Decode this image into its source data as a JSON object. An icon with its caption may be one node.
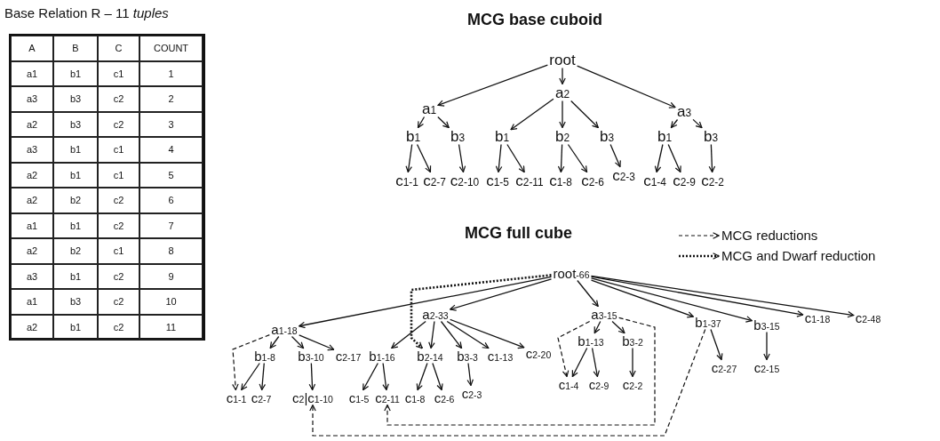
{
  "diagram": {
    "nodes": [
      {
        "text": [
          "root"
        ]
      },
      {
        "text": [
          "a$_{1}$"
        ]
      },
      {
        "text": [
          "a$_{2}$"
        ]
      },
      {
        "text": [
          "a$_{3}$"
        ]
      },
      {
        "text": [
          "b$_{1}$"
        ]
      },
      {
        "text": [
          "b$_{3}$"
        ]
      },
      {
        "text": [
          "b$_{1}$"
        ]
      },
      {
        "text": [
          "b$_{2}$"
        ]
      },
      {
        "text": [
          "b$_{3}$"
        ]
      },
      {
        "text": [
          "b$_{1}$"
        ]
      },
      {
        "text": [
          "b$_{3}$"
        ]
      },
      {
        "text": [
          "c$_{1-1}$"
        ]
      },
      {
        "text": [
          "c$_{2-7}$"
        ]
      },
      {
        "text": [
          "c$_{2-10}$"
        ]
      },
      {
        "text": [
          "c$_{1-5}$"
        ]
      },
      {
        "text": [
          "c$_{2-11}$"
        ]
      },
      {
        "text": [
          "c$_{1-8}$"
        ]
      },
      {
        "text": [
          "c$_{2-6}$"
        ]
      },
      {
        "text": [
          "c$_{2-3}$"
        ]
      },
      {
        "text": [
          "c$_{1-4}$"
        ]
      },
      {
        "text": [
          "c$_{2-9}$"
        ]
      },
      {
        "text": [
          "c$_{2-2}$"
        ]
      },
      {
        "text": [
          "root$_{-66}$"
        ]
      },
      {
        "text": [
          "a$_{1-18}$"
        ]
      },
      {
        "text": [
          "a$_{2-33}$"
        ]
      },
      {
        "text": [
          "a$_{3-15}$"
        ]
      },
      {
        "text": [
          "b$_{1-37}$"
        ]
      },
      {
        "text": [
          "b$_{3-15}$"
        ]
      },
      {
        "text": [
          "c$_{1-18}$"
        ]
      },
      {
        "text": [
          "c$_{2-48}$"
        ]
      },
      {
        "text": [
          "b$_{1-8}$"
        ]
      },
      {
        "text": [
          "b$_{3-10}$"
        ]
      },
      {
        "text": [
          "c$_{2-17}$"
        ]
      },
      {
        "text": [
          "b$_{1-16}$"
        ]
      },
      {
        "text": [
          "b$_{2-14}$"
        ]
      },
      {
        "text": [
          "b$_{3-3}$"
        ]
      },
      {
        "text": [
          "c$_{1-13}$"
        ]
      },
      {
        "text": [
          "c$_{2-20}$"
        ]
      },
      {
        "text": [
          "b$_{1-13}$"
        ]
      },
      {
        "text": [
          "b$_{3-2}$"
        ]
      },
      {
        "text": [
          "c$_{2-27}$"
        ]
      },
      {
        "text": [
          "c$_{2-15}$"
        ]
      },
      {
        "text": [
          "c$_{1-1}$"
        ]
      },
      {
        "text": [
          "c$_{2-7}$"
        ]
      },
      {
        "text": [
          "c$_{2}$|c$_{1-10}$"
        ]
      },
      {
        "text": [
          "c$_{1-5}$"
        ]
      },
      {
        "text": [
          "c$_{2-11}$"
        ]
      },
      {
        "text": [
          "c$_{1-8}$"
        ]
      },
      {
        "text": [
          "c$_{2-6}$"
        ]
      },
      {
        "text": [
          "c$_{2-3}$"
        ]
      },
      {
        "text": [
          "c$_{1-4}$"
        ]
      },
      {
        "text": [
          "c$_{2-9}$"
        ]
      },
      {
        "text": [
          "c$_{2-2}$"
        ]
      }
    ],
    "edges": [
      {
        "from": 0,
        "to": 1,
        "arrow": "to"
      },
      {
        "from": 0,
        "to": 2,
        "arrow": "to"
      },
      {
        "from": 0,
        "to": 3,
        "arrow": "to"
      },
      {
        "from": 1,
        "to": 4,
        "arrow": "to"
      },
      {
        "from": 1,
        "to": 5,
        "arrow": "to"
      },
      {
        "from": 2,
        "to": 6,
        "arrow": "to"
      },
      {
        "from": 2,
        "to": 7,
        "arrow": "to"
      },
      {
        "from": 2,
        "to": 8,
        "arrow": "to"
      },
      {
        "from": 3,
        "to": 9,
        "arrow": "to"
      },
      {
        "from": 3,
        "to": 10,
        "arrow": "to"
      },
      {
        "from": 4,
        "to": 11,
        "arrow": "to"
      },
      {
        "from": 4,
        "to": 12,
        "arrow": "to"
      },
      {
        "from": 5,
        "to": 13,
        "arrow": "to"
      },
      {
        "from": 6,
        "to": 14,
        "arrow": "to"
      },
      {
        "from": 6,
        "to": 15,
        "arrow": "to"
      },
      {
        "from": 7,
        "to": 16,
        "arrow": "to"
      },
      {
        "from": 7,
        "to": 17,
        "arrow": "to"
      },
      {
        "from": 8,
        "to": 18,
        "arrow": "to"
      },
      {
        "from": 9,
        "to": 19,
        "arrow": "to"
      },
      {
        "from": 9,
        "to": 20,
        "arrow": "to"
      },
      {
        "from": 10,
        "to": 21,
        "arrow": "to"
      },
      {
        "from": 22,
        "to": 23,
        "arrow": "to"
      },
      {
        "from": 22,
        "to": 24,
        "arrow": "to"
      },
      {
        "from": 22,
        "to": 25,
        "arrow": "to"
      },
      {
        "from": 22,
        "to": 26,
        "arrow": "to"
      },
      {
        "from": 22,
        "to": 27,
        "arrow": "to"
      },
      {
        "from": 22,
        "to": 28,
        "arrow": "to"
      },
      {
        "from": 22,
        "to": 29,
        "arrow": "to"
      },
      {
        "from": 23,
        "to": 30,
        "arrow": "to"
      },
      {
        "from": 23,
        "to": 31,
        "arrow": "to"
      },
      {
        "from": 23,
        "to": 32,
        "arrow": "to"
      },
      {
        "from": 24,
        "to": 33,
        "arrow": "to"
      },
      {
        "from": 24,
        "to": 34,
        "arrow": "to"
      },
      {
        "from": 24,
        "to": 35,
        "arrow": "to"
      },
      {
        "from": 24,
        "to": 36,
        "arrow": "to"
      },
      {
        "from": 24,
        "to": 37,
        "arrow": "to"
      },
      {
        "from": 25,
        "to": 38,
        "arrow": "to"
      },
      {
        "from": 25,
        "to": 39,
        "arrow": "to"
      },
      {
        "from": 26,
        "to": 40,
        "arrow": "to"
      },
      {
        "from": 27,
        "to": 41,
        "arrow": "to"
      },
      {
        "from": 30,
        "to": 42,
        "arrow": "to"
      },
      {
        "from": 30,
        "to": 43,
        "arrow": "to"
      },
      {
        "from": 31,
        "to": 44,
        "arrow": "to"
      },
      {
        "from": 33,
        "to": 45,
        "arrow": "to"
      },
      {
        "from": 33,
        "to": 46,
        "arrow": "to"
      },
      {
        "from": 34,
        "to": 47,
        "arrow": "to"
      },
      {
        "from": 34,
        "to": 48,
        "arrow": "to"
      },
      {
        "from": 35,
        "to": 49,
        "arrow": "to"
      },
      {
        "from": 38,
        "to": 50,
        "arrow": "to"
      },
      {
        "from": 38,
        "to": 51,
        "arrow": "to"
      },
      {
        "from": 39,
        "to": 52,
        "arrow": "to"
      },
      {
        "from": 23,
        "to": 42,
        "arrow": "to",
        "style": "dashed"
      },
      {
        "from": 25,
        "to": 50,
        "arrow": "to",
        "style": "dashed"
      },
      {
        "from": 25,
        "to": 46,
        "arrow": "to",
        "style": "dashed"
      },
      {
        "from": 26,
        "to": 44,
        "arrow": "to",
        "style": "dashed"
      },
      {
        "from": 22,
        "to": 34,
        "arrow": "to",
        "style": "dashed"
      }
    ],
    "labels": [
      "Base Relation R – 11 *tuples*",
      "A",
      "B",
      "C",
      "COUNT",
      "a1",
      "b1",
      "c1",
      "1",
      "a3",
      "b3",
      "c2",
      "2",
      "a2",
      "b3",
      "c2",
      "3",
      "a3",
      "b1",
      "c1",
      "4",
      "a2",
      "b1",
      "c1",
      "5",
      "a2",
      "b2",
      "c2",
      "6",
      "a1",
      "b1",
      "c2",
      "7",
      "a2",
      "b2",
      "c1",
      "8",
      "a3",
      "b1",
      "c2",
      "9",
      "a1",
      "b3",
      "c2",
      "10",
      "a2",
      "b1",
      "c2",
      "11",
      "MCG base cuboid",
      "MCG full cube"
    ],
    "legend": [
      {
        "text": "MCG reductions"
      },
      {
        "text": "MCG and Dwarf reduction"
      }
    ]
  }
}
